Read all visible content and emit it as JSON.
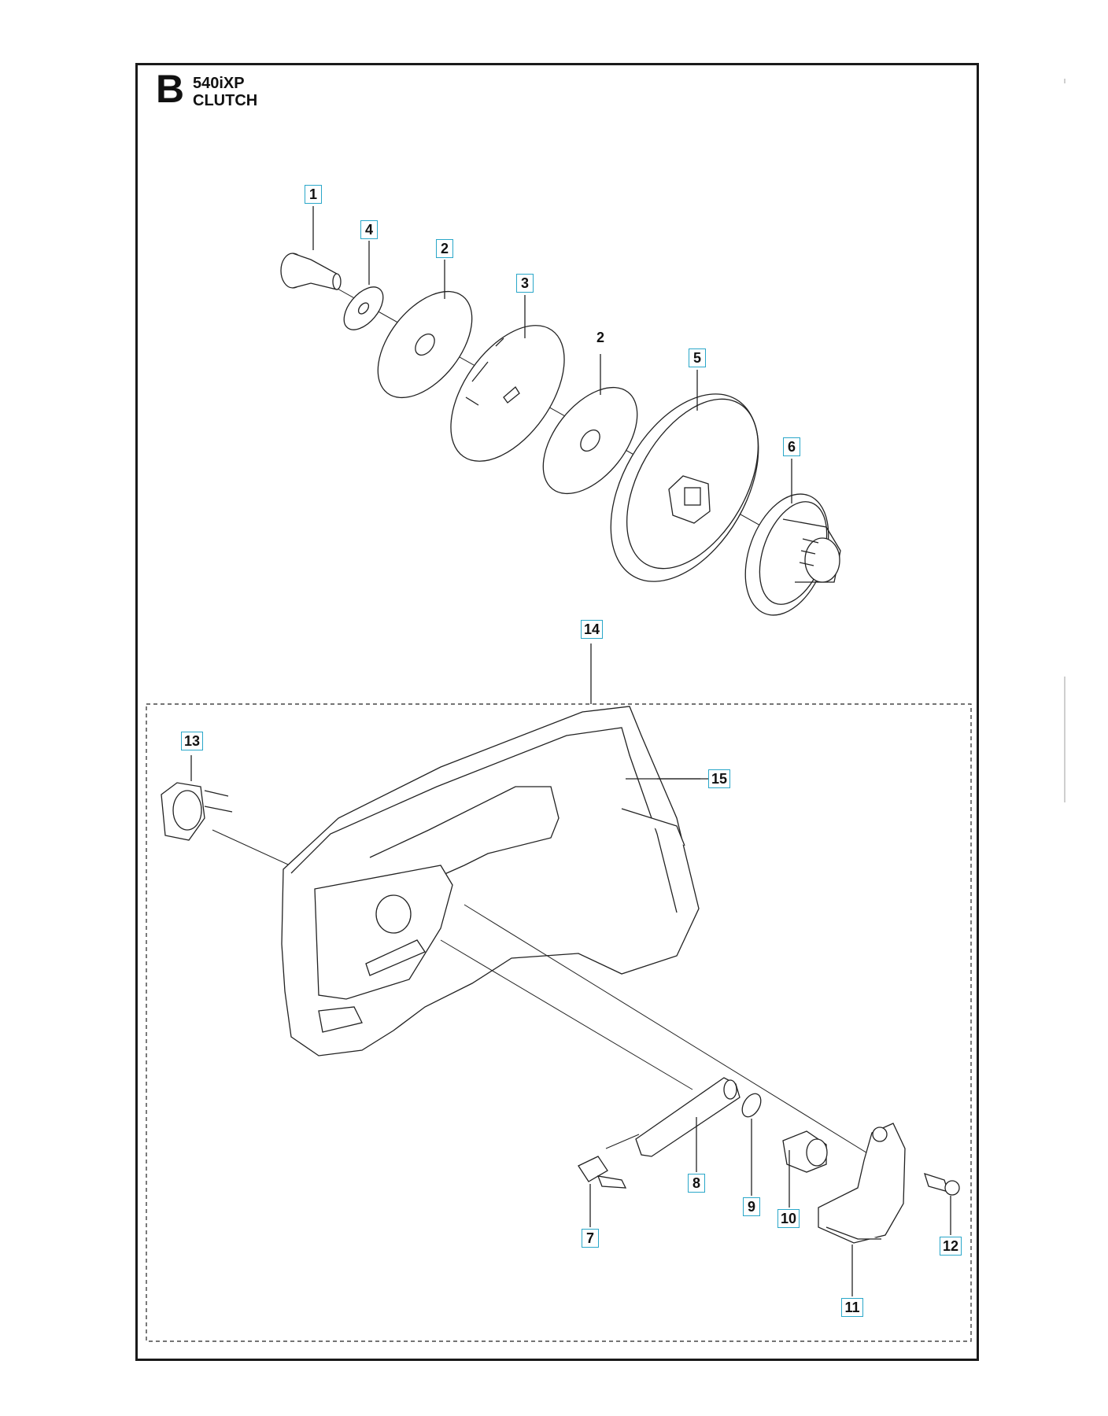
{
  "header": {
    "section_letter": "B",
    "model": "540iXP",
    "assembly": "CLUTCH"
  },
  "accent_color": "#2aa7c9",
  "callouts": [
    {
      "id": "c1",
      "label": "1",
      "boxed": true
    },
    {
      "id": "c4",
      "label": "4",
      "boxed": true
    },
    {
      "id": "c2a",
      "label": "2",
      "boxed": true
    },
    {
      "id": "c3",
      "label": "3",
      "boxed": true
    },
    {
      "id": "c2b",
      "label": "2",
      "boxed": false
    },
    {
      "id": "c5",
      "label": "5",
      "boxed": true
    },
    {
      "id": "c6",
      "label": "6",
      "boxed": true
    },
    {
      "id": "c14",
      "label": "14",
      "boxed": true
    },
    {
      "id": "c13",
      "label": "13",
      "boxed": true
    },
    {
      "id": "c15",
      "label": "15",
      "boxed": true
    },
    {
      "id": "c7",
      "label": "7",
      "boxed": true
    },
    {
      "id": "c8",
      "label": "8",
      "boxed": true
    },
    {
      "id": "c9",
      "label": "9",
      "boxed": true
    },
    {
      "id": "c10",
      "label": "10",
      "boxed": true
    },
    {
      "id": "c11",
      "label": "11",
      "boxed": true
    },
    {
      "id": "c12",
      "label": "12",
      "boxed": true
    }
  ]
}
